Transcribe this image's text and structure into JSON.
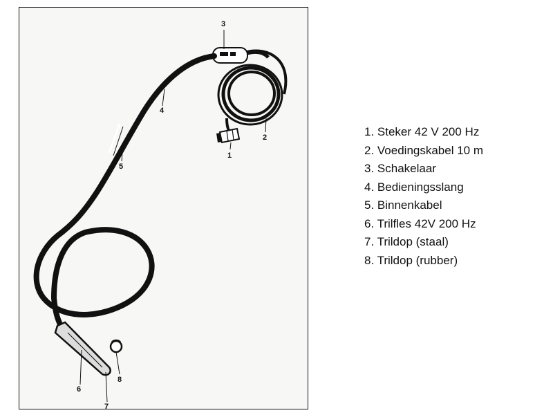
{
  "callouts": [
    "1",
    "2",
    "3",
    "4",
    "5",
    "6",
    "7",
    "8"
  ],
  "legend": {
    "items": [
      "1. Steker 42 V 200 Hz",
      "2. Voedingskabel 10 m",
      "3. Schakelaar",
      "4. Bedieningsslang",
      "5. Binnenkabel",
      "6. Trilfles 42V 200 Hz",
      "7. Trildop (staal)",
      "8. Trildop (rubber)"
    ]
  },
  "colors": {
    "ink": "#111111",
    "paper": "#f7f7f5",
    "background": "#ffffff"
  }
}
